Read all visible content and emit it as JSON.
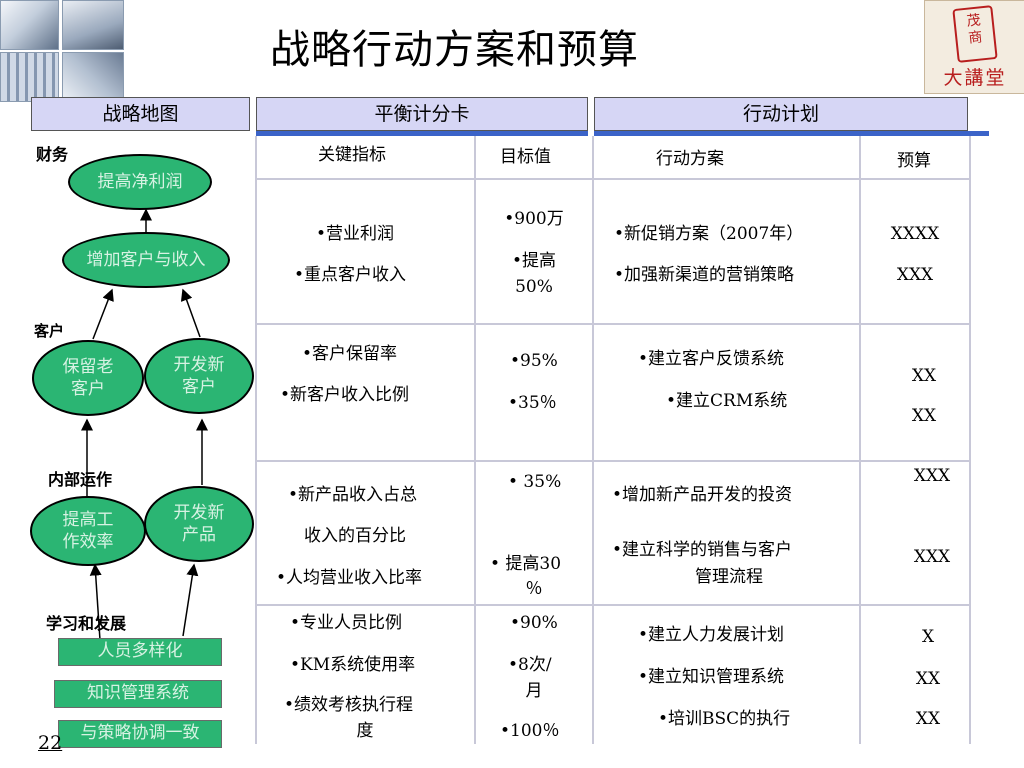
{
  "title": "战略行动方案和预算",
  "logo": {
    "brand": "大講堂",
    "seal": "茂商"
  },
  "headers": {
    "strategy_map": "战略地图",
    "bsc": "平衡计分卡",
    "action_plan": "行动计划"
  },
  "columns": {
    "kpi": "关键指标",
    "target": "目标值",
    "plan": "行动方案",
    "budget": "预算"
  },
  "sections": {
    "finance": "财务",
    "customer": "客户",
    "internal": "内部运作",
    "learning": "学习和发展"
  },
  "map": {
    "profit": "提高净利润",
    "grow": "增加客户与收入",
    "retain": [
      "保留老",
      "客户"
    ],
    "acquire": [
      "开发新",
      "客户"
    ],
    "efficiency": [
      "提高工",
      "作效率"
    ],
    "product": [
      "开发新",
      "产品"
    ],
    "diversify": "人员多样化",
    "km": "知识管理系统",
    "align": "与策略协调一致"
  },
  "rows": {
    "finance": {
      "kpi": [
        "•营业利润",
        "•重点客户收入"
      ],
      "target": [
        "•900万",
        "•提高",
        "50%"
      ],
      "plan": [
        "•新促销方案（2007年）",
        "•加强新渠道的营销策略"
      ],
      "budget": [
        "XXXX",
        "XXX"
      ]
    },
    "customer": {
      "kpi": [
        "•客户保留率",
        "•新客户收入比例"
      ],
      "target": [
        "•95%",
        "•35％"
      ],
      "plan": [
        "•建立客户反馈系统",
        "•建立CRM系统"
      ],
      "budget": [
        "XX",
        "XX"
      ]
    },
    "internal": {
      "kpi": [
        "•新产品收入占总",
        "收入的百分比",
        "•人均营业收入比率"
      ],
      "target": [
        "• 35%",
        "• 提高30",
        "％"
      ],
      "plan": [
        "•增加新产品开发的投资",
        "•建立科学的销售与客户",
        "管理流程"
      ],
      "budget": [
        "XXX",
        "XXX"
      ]
    },
    "learning": {
      "kpi": [
        "•专业人员比例",
        "•KM系统使用率",
        "•绩效考核执行程",
        "度"
      ],
      "target": [
        "•90%",
        "•8次/",
        "月",
        "•100％"
      ],
      "plan": [
        "•建立人力发展计划",
        "•建立知识管理系统",
        "•培训BSC的执行"
      ],
      "budget": [
        "X",
        "XX",
        "XX"
      ]
    }
  },
  "page_number": "22",
  "colors": {
    "oval_fill": "#2bb573",
    "header_fill": "#d6d6f5",
    "band": "#3b63c8"
  }
}
